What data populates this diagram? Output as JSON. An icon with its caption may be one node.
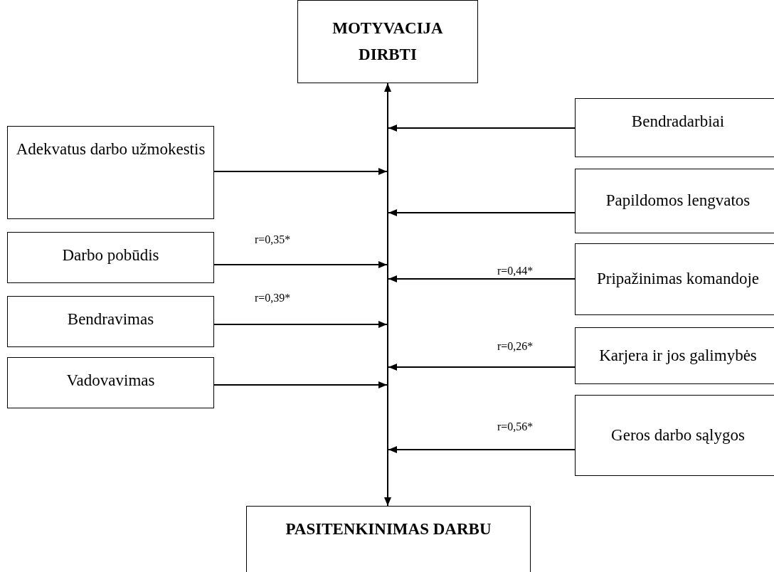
{
  "diagram": {
    "nodes": [
      {
        "text": [
          "MOTYVACIJA DIRBTI"
        ]
      },
      {
        "text": [
          "Adekvatus darbo užmokestis"
        ]
      },
      {
        "text": [
          "Darbo pobūdis"
        ]
      },
      {
        "text": [
          "Bendravimas"
        ]
      },
      {
        "text": [
          "Vadovavimas"
        ]
      },
      {
        "text": [
          "Bendradarbiai"
        ]
      },
      {
        "text": [
          "Papildomos lengvatos"
        ]
      },
      {
        "text": [
          "Pripažinimas komandoje"
        ]
      },
      {
        "text": [
          "Karjera ir jos galimybės"
        ]
      },
      {
        "text": [
          "Geros darbo sąlygos"
        ]
      },
      {
        "text": [
          "PASITENKINIMAS DARBU"
        ]
      }
    ],
    "edges": [
      {
        "from": 0,
        "to": 10,
        "arrow": "both"
      },
      {
        "from": 1,
        "to": null,
        "arrow": "to"
      },
      {
        "from": 2,
        "to": null,
        "arrow": "to",
        "label": "r=0,35*"
      },
      {
        "from": 3,
        "to": null,
        "arrow": "to",
        "label": "r=0,39*"
      },
      {
        "from": 4,
        "to": null,
        "arrow": "to"
      },
      {
        "from": 5,
        "to": null,
        "arrow": "to"
      },
      {
        "from": 6,
        "to": null,
        "arrow": "to"
      },
      {
        "from": 7,
        "to": null,
        "arrow": "to",
        "label": "r=0,44*"
      },
      {
        "from": 8,
        "to": null,
        "arrow": "to",
        "label": "r=0,26*"
      },
      {
        "from": 9,
        "to": null,
        "arrow": "to",
        "label": "r=0,56*"
      }
    ]
  }
}
